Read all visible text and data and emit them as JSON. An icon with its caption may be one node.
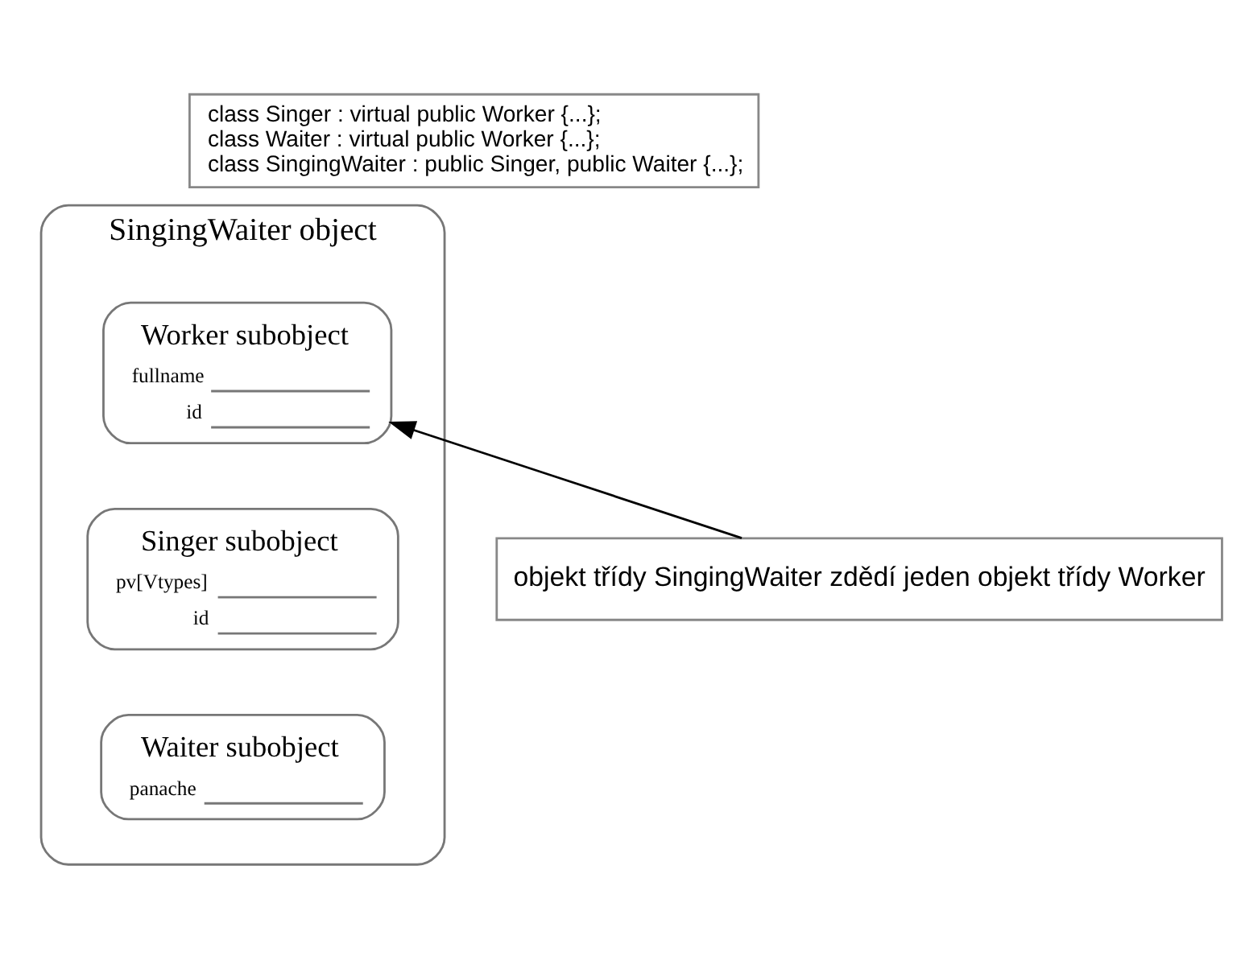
{
  "diagram": {
    "nodes": [
      {
        "text": [
          "class Singer : virtual public Worker {...};",
          "class Waiter : virtual public Worker {...};",
          "class SingingWaiter : public Singer, public Waiter {...};"
        ]
      },
      {
        "text": [
          "SingingWaiter object"
        ]
      },
      {
        "text": [
          "Worker subobject",
          "fullname",
          "id"
        ],
        "in": 1
      },
      {
        "text": [
          "Singer subobject",
          "pv[Vtypes]",
          "id"
        ],
        "in": 1
      },
      {
        "text": [
          "Waiter subobject",
          "panache"
        ],
        "in": 1
      },
      {
        "text": [
          "objekt třídy SingingWaiter zdědí jeden objekt třídy Worker"
        ]
      }
    ],
    "edges": [
      {
        "from": 5,
        "to": 2,
        "arrow": "to"
      }
    ]
  }
}
